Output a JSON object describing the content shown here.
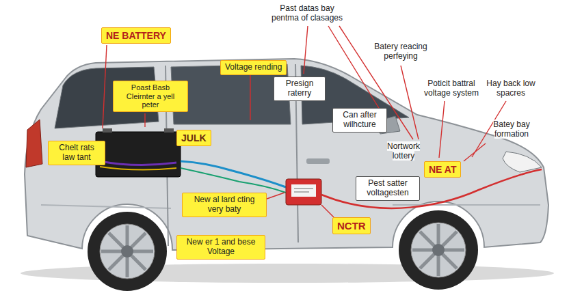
{
  "diagram": {
    "nodes": [
      {
        "text": [
          "NE BATTERY"
        ]
      },
      {
        "text": [
          "Voltage rending"
        ]
      },
      {
        "text": [
          "Presign raterry"
        ]
      },
      {
        "text": [
          "Poast Basb Cleirnter a yell peter"
        ]
      },
      {
        "text": [
          "Can after wilhcture"
        ]
      },
      {
        "text": [
          "JULK"
        ]
      },
      {
        "text": [
          "Chelt rats law tant"
        ]
      },
      {
        "text": [
          "NE AT"
        ]
      },
      {
        "text": [
          "Pest satter voltagesten"
        ]
      },
      {
        "text": [
          "New al lard cting very baty"
        ]
      },
      {
        "text": [
          "NCTR"
        ]
      },
      {
        "text": [
          "New er 1 and bese Voltage"
        ]
      }
    ],
    "labels": [
      "Past datas bay pentma of clasages",
      "Batery reacing perfeying",
      "Poticit battral voltage system",
      "Hay back low spacres",
      "Batey bay formation",
      "Nortwork lottery"
    ]
  }
}
